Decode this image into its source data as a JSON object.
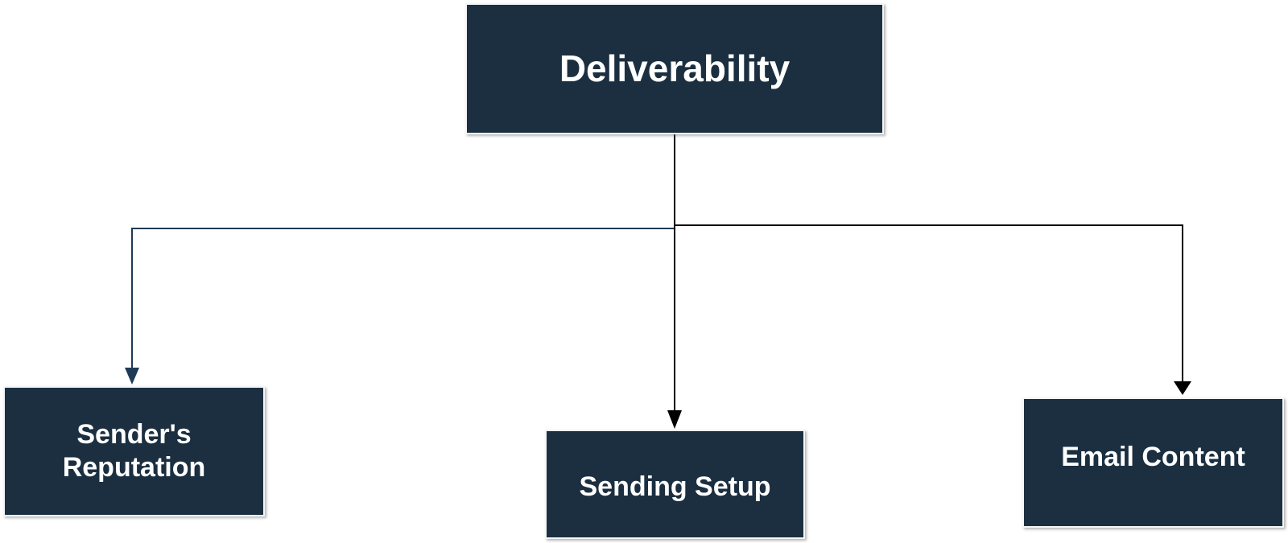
{
  "diagram": {
    "root": {
      "label": "Deliverability"
    },
    "children": [
      {
        "id": "left",
        "label": "Sender's\nReputation"
      },
      {
        "id": "mid",
        "label": "Sending Setup"
      },
      {
        "id": "right",
        "label": "Email Content"
      }
    ]
  },
  "colors": {
    "node_fill": "#1b2f40",
    "node_text": "#ffffff",
    "connector_dark": "#000000",
    "connector_blue": "#1f3a56"
  }
}
